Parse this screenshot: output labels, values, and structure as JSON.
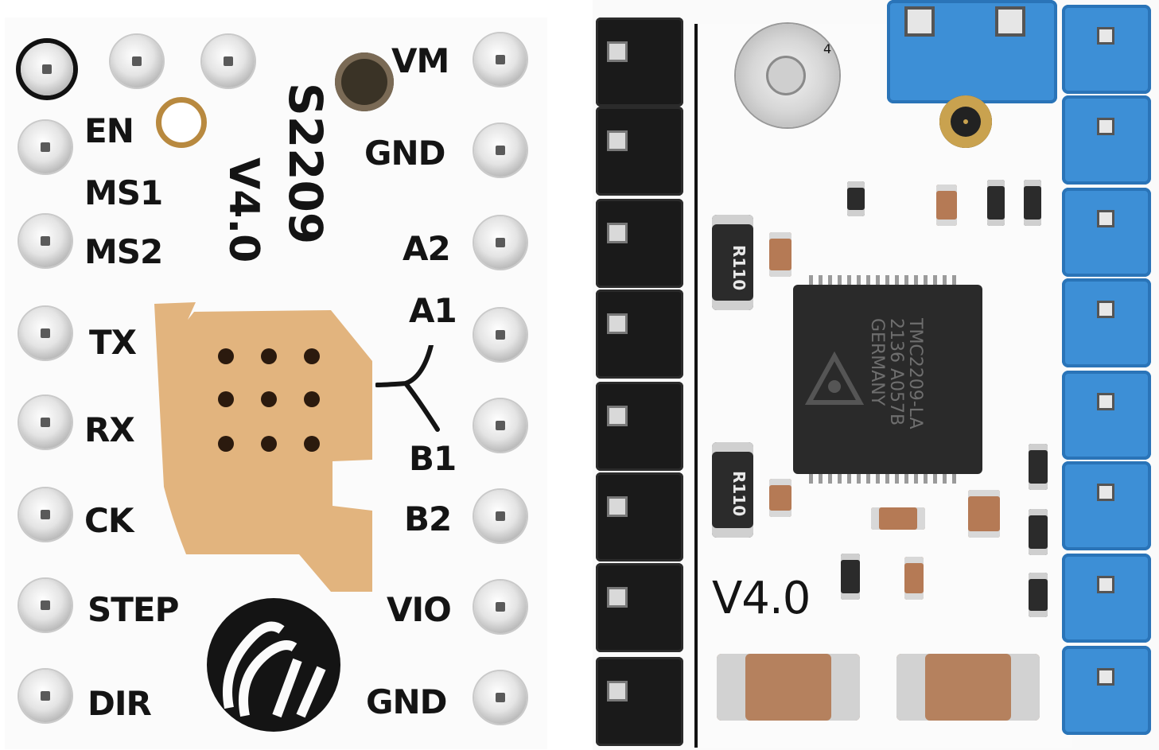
{
  "back_board": {
    "model_line1": "S2209",
    "model_line2": "V4.0",
    "left_pins": [
      "EN",
      "MS1",
      "MS2",
      "TX",
      "RX",
      "CK",
      "STEP",
      "DIR"
    ],
    "right_pins": [
      "VM",
      "GND",
      "A2",
      "A1",
      "B1",
      "B2",
      "VIO",
      "GND"
    ]
  },
  "front_board": {
    "chip_line1": "TMC2209-LA",
    "chip_line2": "2136 A057B",
    "chip_line3": "GERMANY",
    "resistor_1": "R110",
    "resistor_2": "R110",
    "version": "V4.0",
    "pot_mark": "4"
  },
  "colors": {
    "pcb_white": "#fbfbfb",
    "copper_pad": "#e2b47e",
    "header_black": "#1a1a1a",
    "header_blue": "#3d8fd6",
    "chip_black": "#2a2a2a"
  }
}
